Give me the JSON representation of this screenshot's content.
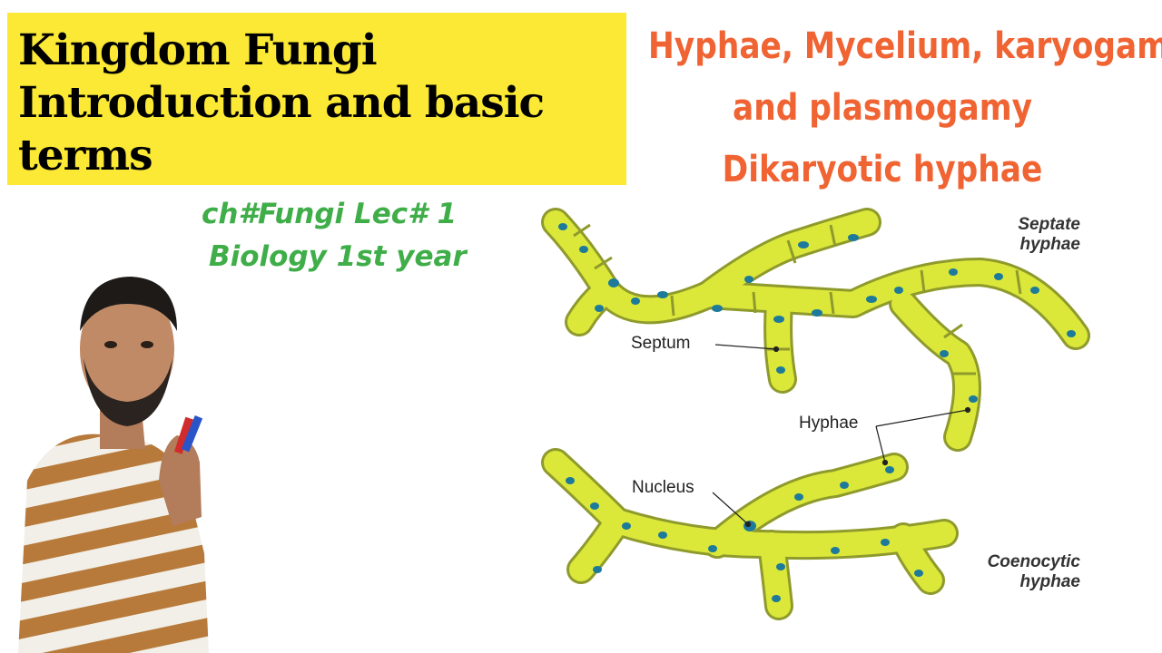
{
  "title": {
    "line1": "Kingdom Fungi",
    "line2": "Introduction and basic",
    "line3": "terms"
  },
  "topics": {
    "line1": "Hyphae, Mycelium, karyogamy",
    "line2": "and plasmogamy",
    "line3": "Dikaryotic hyphae"
  },
  "lecture": {
    "line1": "ch#Fungi Lec# 1",
    "line2": "Biology 1st year"
  },
  "diagram": {
    "septate_title_line1": "Septate",
    "septate_title_line2": "hyphae",
    "coenocytic_title_line1": "Coenocytic",
    "coenocytic_title_line2": "hyphae",
    "label_septum": "Septum",
    "label_hyphae": "Hyphae",
    "label_nucleus": "Nucleus"
  },
  "colors": {
    "title_bg": "#fbe935",
    "topic_text": "#f06332",
    "lecture_text": "#3fae49",
    "hypha_fill": "#dbe83a",
    "hypha_outline": "#8f9a2c",
    "nucleus": "#1d7a9a"
  }
}
